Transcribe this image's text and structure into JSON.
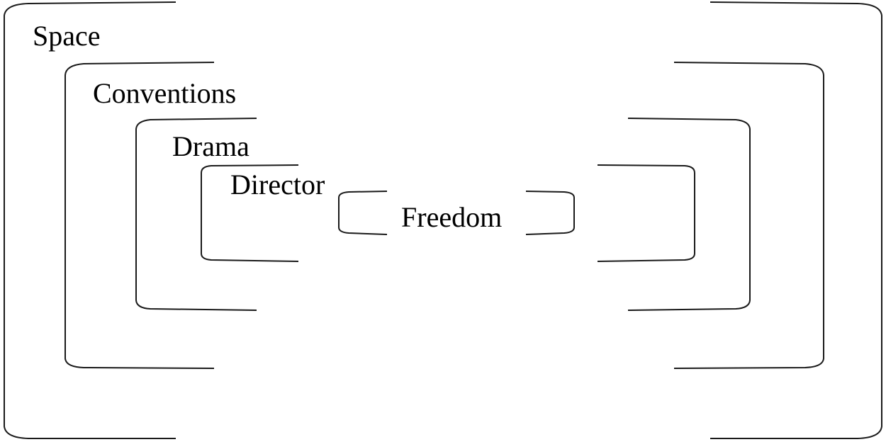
{
  "diagram": {
    "layers": [
      {
        "id": "space",
        "label": "Space"
      },
      {
        "id": "conventions",
        "label": "Conventions"
      },
      {
        "id": "drama",
        "label": "Drama"
      },
      {
        "id": "director",
        "label": "Director"
      },
      {
        "id": "freedom",
        "label": "Freedom"
      }
    ],
    "colors": {
      "stroke": "#1a1a1a",
      "text": "#000000",
      "background": "#ffffff"
    }
  }
}
